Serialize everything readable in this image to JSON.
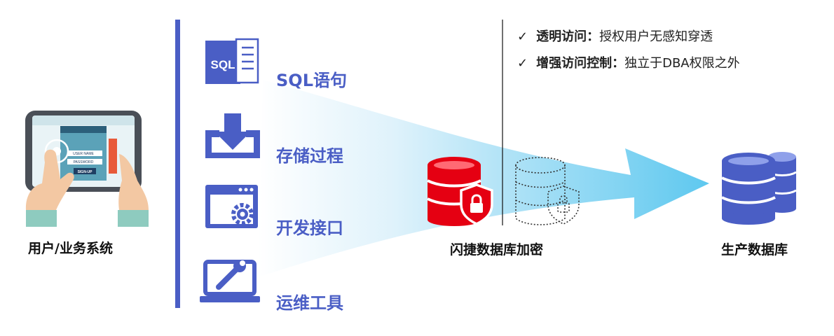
{
  "features": [
    {
      "check": "✓",
      "title": "透明访问：",
      "desc": "授权用户无感知穿透"
    },
    {
      "check": "✓",
      "title": "增强访问控制：",
      "desc": "独立于DBA权限之外"
    }
  ],
  "channels": [
    {
      "icon": "sql-document-icon",
      "icon_text": "SQL",
      "label": "SQL语句"
    },
    {
      "icon": "download-tray-icon",
      "label": "存储过程"
    },
    {
      "icon": "window-gear-icon",
      "label": "开发接口"
    },
    {
      "icon": "monitor-wrench-icon",
      "label": "运维工具"
    }
  ],
  "client": {
    "label": "用户/业务系统",
    "screen_fields": [
      "USER NAME",
      "PASSWORD"
    ],
    "screen_button": "SIGN-UP"
  },
  "encryption": {
    "label": "闪捷数据库加密",
    "icon": "shield-lock-database-icon"
  },
  "production": {
    "label": "生产数据库",
    "icon": "database-stack-icon"
  },
  "colors": {
    "accent_blue": "#4a5ec5",
    "encrypt_red": "#e50012",
    "flow_light": "#dff2fb",
    "flow_dark": "#5ec8ef"
  }
}
